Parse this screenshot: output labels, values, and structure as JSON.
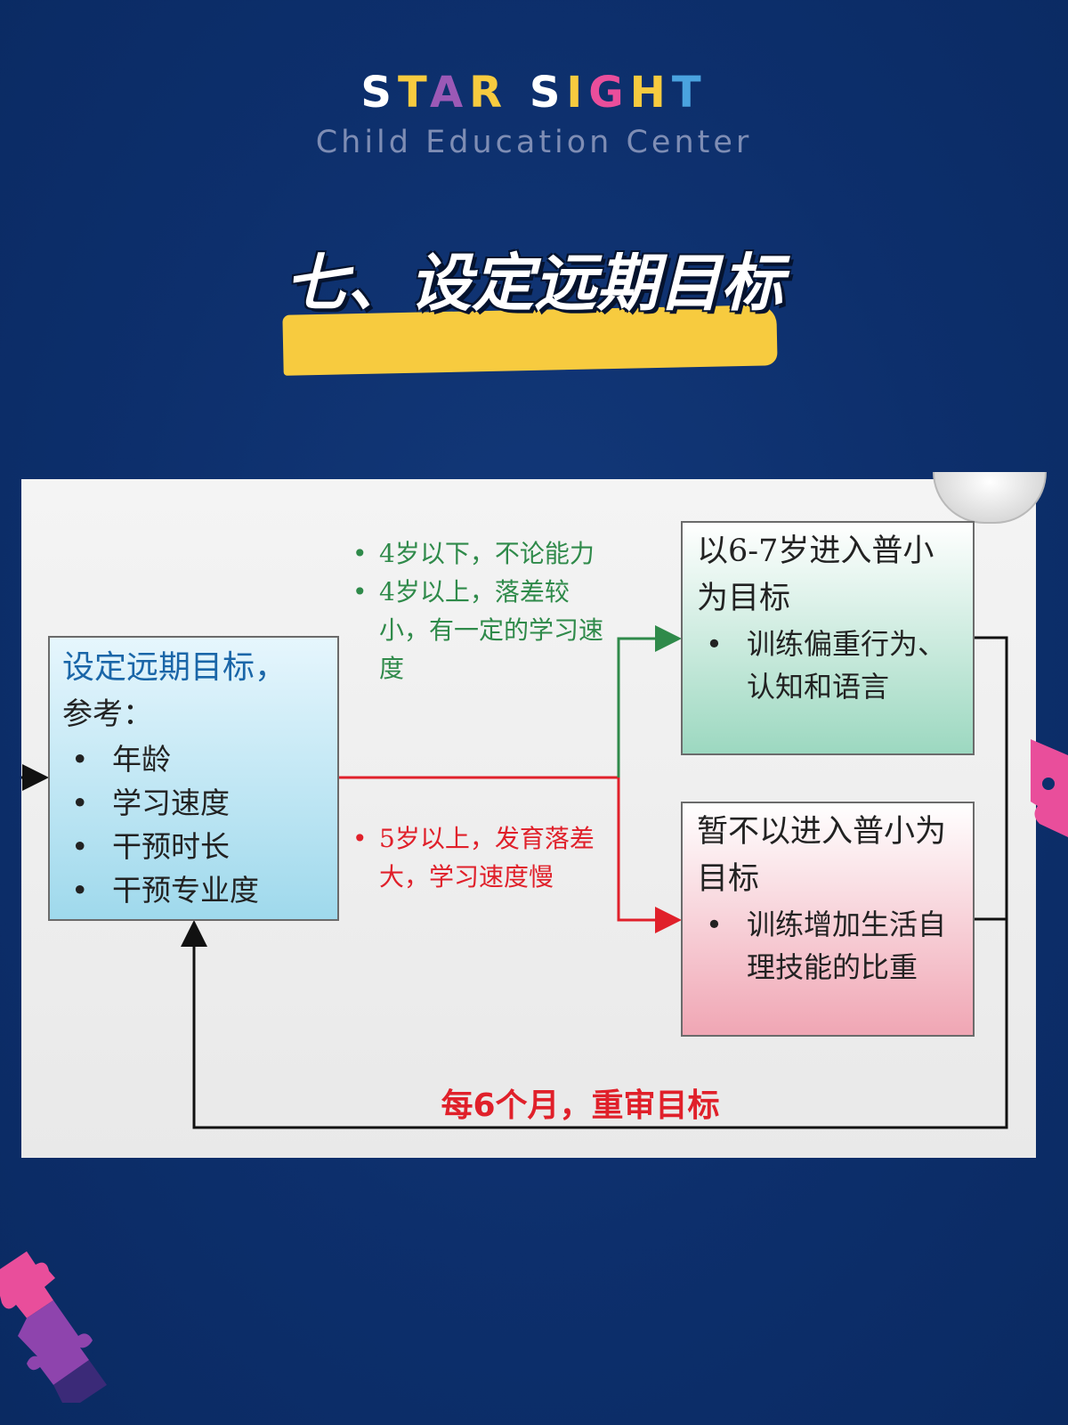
{
  "brand": {
    "letters": [
      {
        "ch": "S",
        "color": "#ffffff"
      },
      {
        "ch": "T",
        "color": "#f7cb3f"
      },
      {
        "ch": "A",
        "color": "#9b59b6"
      },
      {
        "ch": "R",
        "color": "#f7cb3f"
      },
      {
        "ch": " ",
        "color": "#ffffff"
      },
      {
        "ch": "S",
        "color": "#ffffff"
      },
      {
        "ch": "I",
        "color": "#f7cb3f"
      },
      {
        "ch": "G",
        "color": "#e94e9b"
      },
      {
        "ch": "H",
        "color": "#f7cb3f"
      },
      {
        "ch": "T",
        "color": "#4aa3df"
      }
    ],
    "subtitle": "Child Education Center"
  },
  "title": "七、设定远期目标",
  "diagram": {
    "main_box": {
      "heading": "设定远期目标，",
      "subheading": "参考：",
      "items": [
        "年龄",
        "学习速度",
        "干预时长",
        "干预专业度"
      ]
    },
    "green_notes": [
      "4岁以下，不论能力",
      "4岁以上，落差较小，有一定的学习速度"
    ],
    "red_notes": [
      "5岁以上，发育落差大，学习速度慢"
    ],
    "green_box": {
      "heading": "以6-7岁进入普小为目标",
      "items": [
        "训练偏重行为、认知和语言"
      ]
    },
    "pink_box": {
      "heading": "暂不以进入普小为目标",
      "items": [
        "训练增加生活自理技能的比重"
      ]
    },
    "loop_label": "每6个月，重审目标"
  },
  "colors": {
    "background": "#0d2f6c",
    "highlight": "#f7cb3f",
    "green_line": "#2f8a4a",
    "red_line": "#e0202a"
  }
}
